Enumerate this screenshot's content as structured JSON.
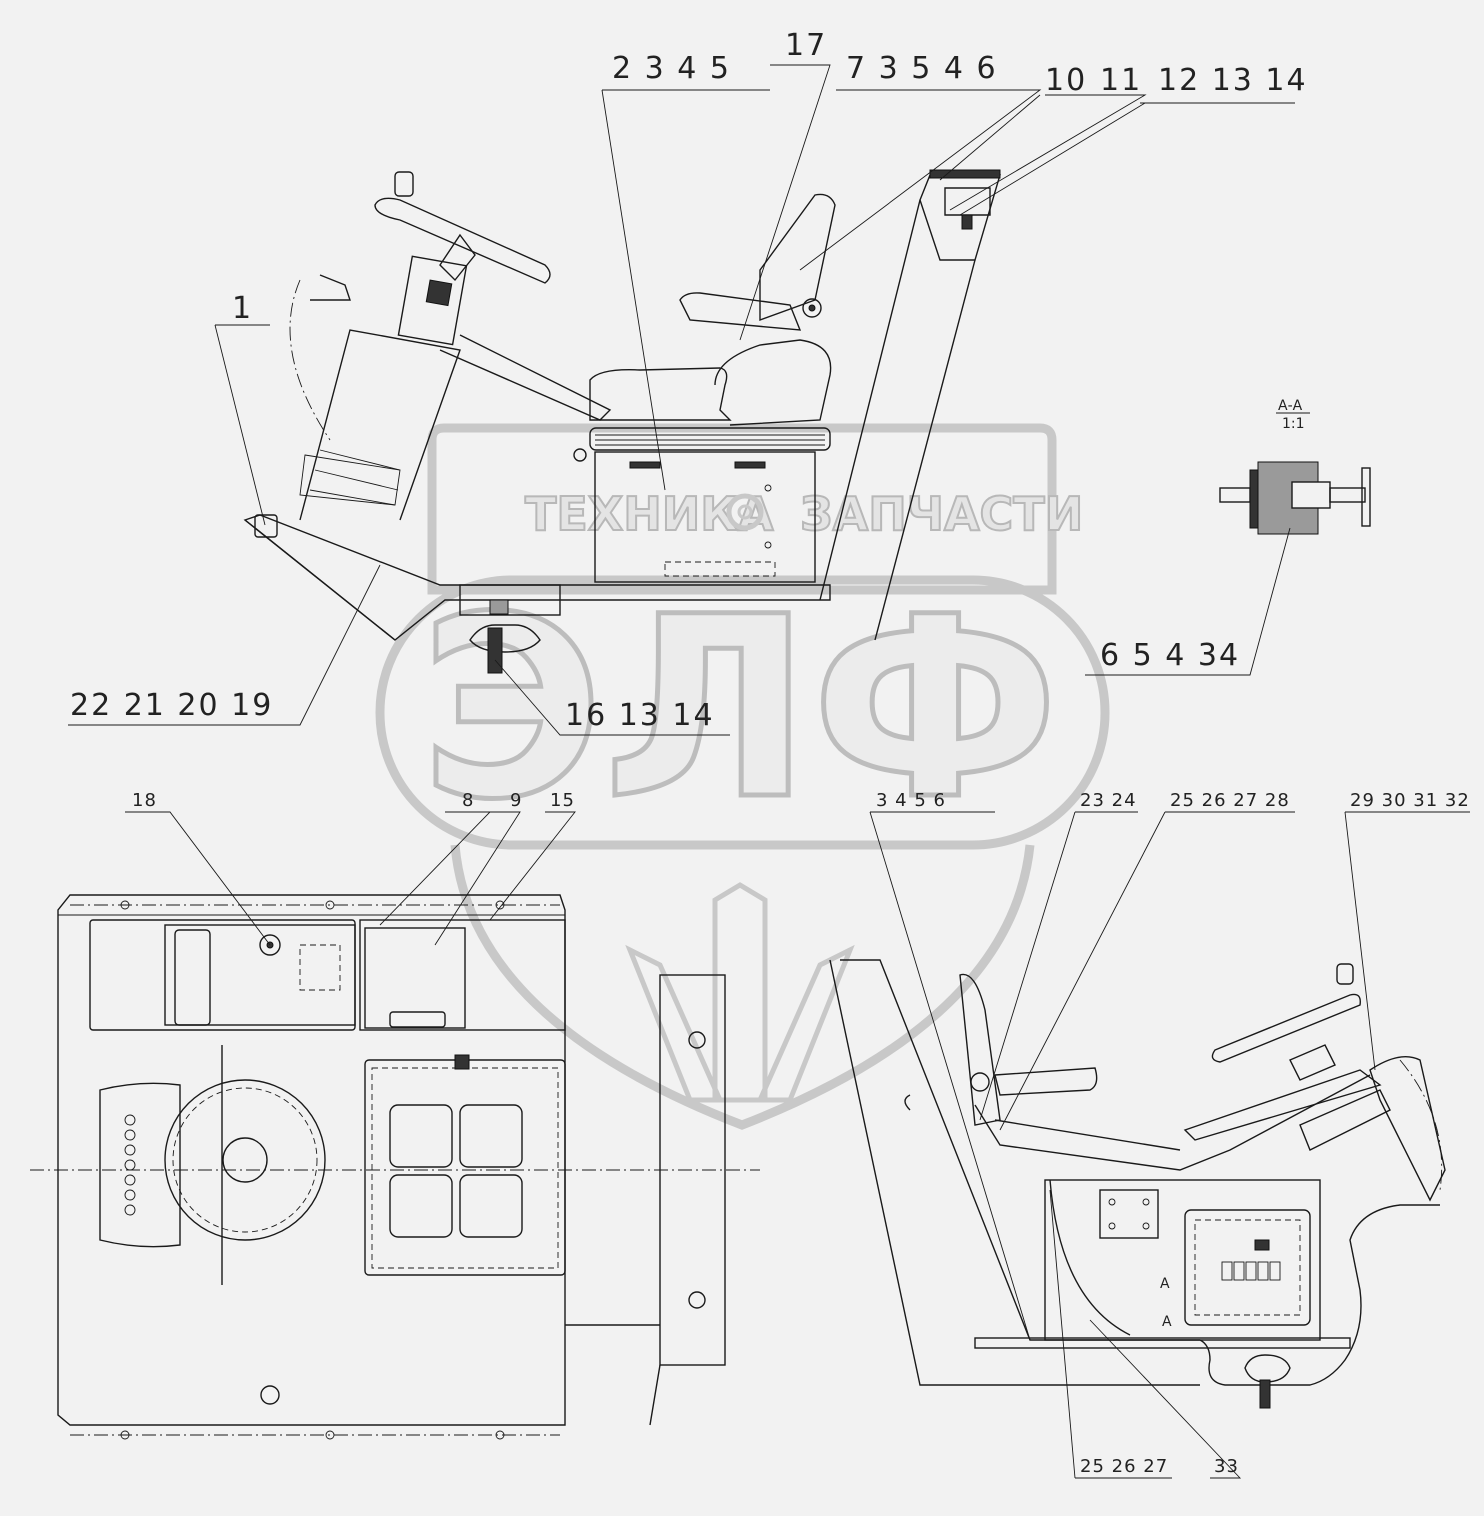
{
  "watermark": {
    "left_text": "ТЕХНИКА",
    "right_text": "ЗАПЧАСТИ",
    "logo_text": "ЭЛФ"
  },
  "section_label": {
    "title": "А-А",
    "scale": "1:1",
    "marker_top": "А",
    "marker_bottom": "А"
  },
  "callouts": {
    "c_2345": "2 3 4 5",
    "c_17": "17",
    "c_73546": "7 3 5 4 6",
    "c_10": "10",
    "c_11": "11",
    "c_121314": "12 13 14",
    "c_1": "1",
    "c_654334": "6 5 4 34",
    "c_22212019": "22 21 20 19",
    "c_161314": "16 13 14",
    "c_18": "18",
    "c_8": "8",
    "c_9": "9",
    "c_15": "15",
    "c_3456": "3 4 5 6",
    "c_2324": "23 24",
    "c_25262728": "25 26 27 28",
    "c_29303132": "29 30 31 32",
    "c_252627": "25 26 27",
    "c_33": "33"
  }
}
